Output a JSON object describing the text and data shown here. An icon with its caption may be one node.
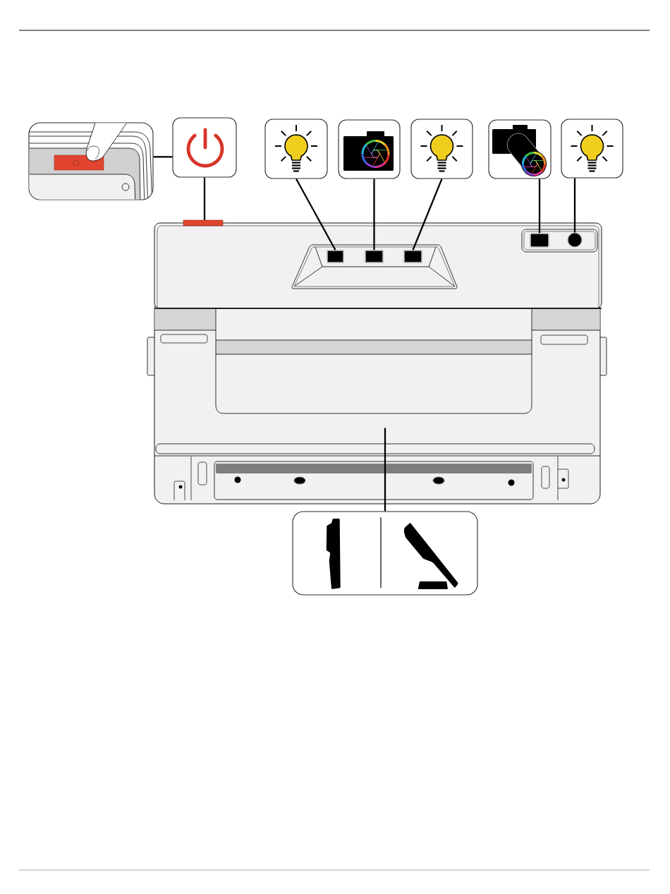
{
  "diagram": {
    "nodes": [
      {
        "text": [],
        "shape": "picture"
      },
      {
        "text": [],
        "shape": "picture"
      },
      {
        "text": [],
        "shape": "picture"
      },
      {
        "text": [],
        "shape": "picture"
      },
      {
        "text": [],
        "shape": "picture"
      },
      {
        "text": [],
        "shape": "picture"
      },
      {
        "text": [],
        "shape": "picture"
      },
      {
        "text": [],
        "shape": "bar"
      },
      {
        "text": [],
        "shape": "box"
      },
      {
        "text": [],
        "shape": "box"
      },
      {
        "text": [],
        "shape": "box"
      },
      {
        "text": [],
        "shape": "box"
      },
      {
        "text": [],
        "shape": "circle"
      },
      {
        "text": [],
        "shape": "picture"
      }
    ],
    "edges": [
      {
        "from": 0,
        "to": 1,
        "arrow": "none"
      },
      {
        "from": 1,
        "to": 7,
        "arrow": "none"
      },
      {
        "from": 2,
        "to": 8,
        "arrow": "none"
      },
      {
        "from": 3,
        "to": 9,
        "arrow": "none"
      },
      {
        "from": 4,
        "to": 10,
        "arrow": "none"
      },
      {
        "from": 5,
        "to": 11,
        "arrow": "none"
      },
      {
        "from": 6,
        "to": 12,
        "arrow": "none"
      },
      {
        "from": 13,
        "to": null,
        "arrow": "none"
      }
    ]
  }
}
